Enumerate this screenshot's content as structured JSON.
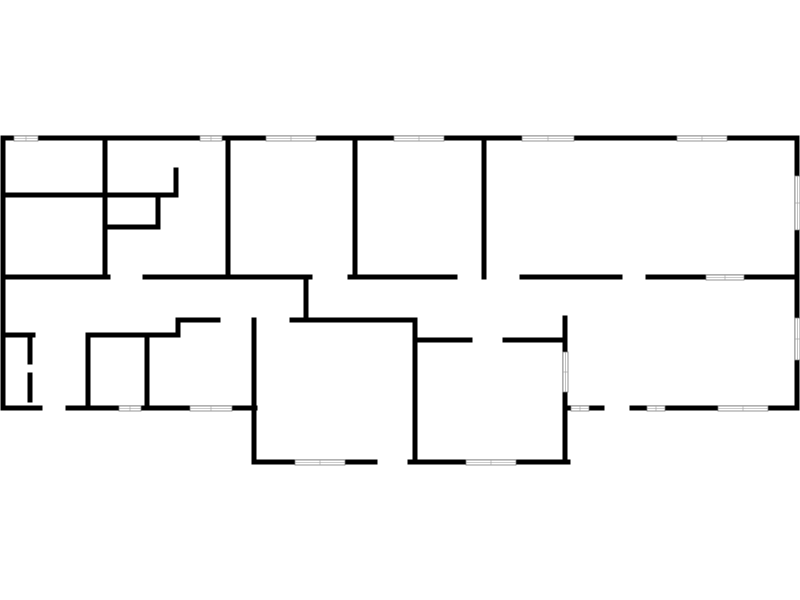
{
  "diagram": {
    "type": "floor-plan",
    "colors": {
      "background": "#ffffff",
      "walls": "#000000",
      "windows": "#7a7a7a"
    },
    "rooms": [
      {
        "id": "room-a"
      },
      {
        "id": "room-b"
      },
      {
        "id": "room-c"
      },
      {
        "id": "room-d"
      },
      {
        "id": "room-e"
      },
      {
        "id": "room-f"
      },
      {
        "id": "room-g"
      },
      {
        "id": "room-h"
      },
      {
        "id": "room-i"
      },
      {
        "id": "room-j"
      },
      {
        "id": "room-k"
      },
      {
        "id": "corridor"
      }
    ],
    "window_count": 16,
    "text_labels": []
  }
}
